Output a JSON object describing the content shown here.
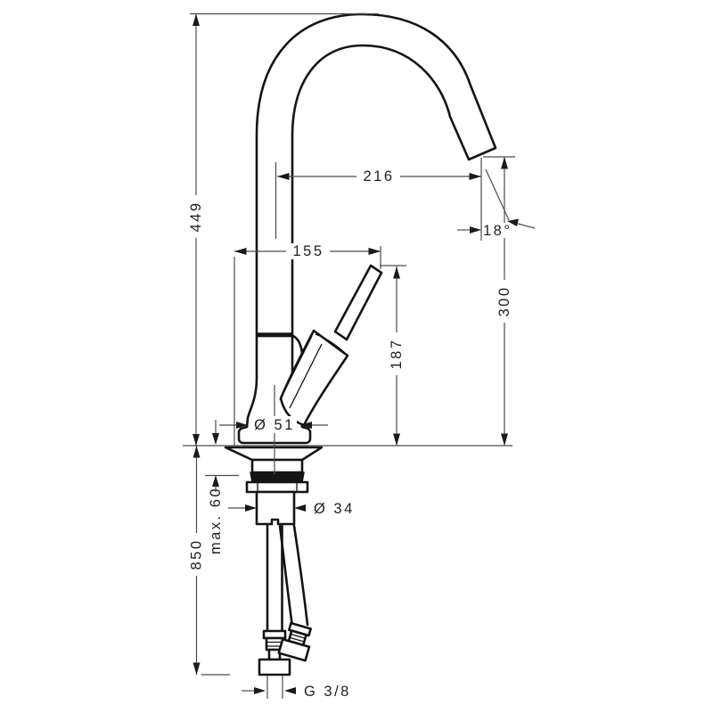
{
  "drawing": {
    "type": "faucet installation dimension drawing",
    "line_color": "#141414",
    "dimension_line_color": "#4c4c4c",
    "background": "#ffffff",
    "labels": {
      "height_total": "449",
      "spout_reach": "216",
      "handle_reach": "155",
      "spout_angle": "18°",
      "spout_outlet_height": "300",
      "handle_height": "187",
      "base_diameter": "Ø 51",
      "mounting_max_thickness": "max. 60",
      "shank_diameter": "Ø 34",
      "hose_length": "850",
      "connection_thread": "G 3/8"
    }
  }
}
